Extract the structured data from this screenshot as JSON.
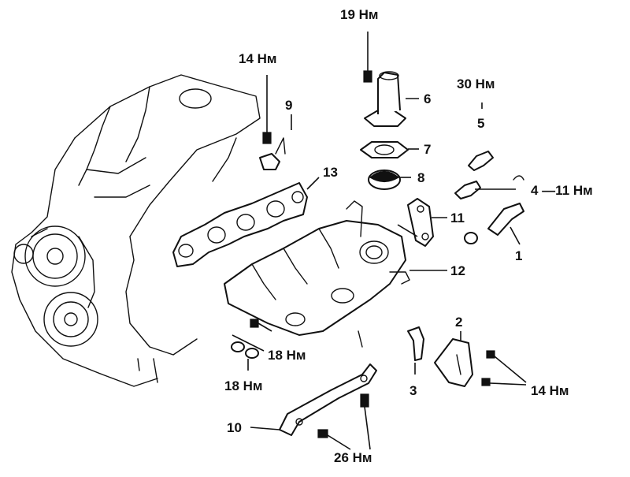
{
  "labels": {
    "torque_19": "19 Нм",
    "torque_14_top": "14 Нм",
    "torque_30": "30 Нм",
    "torque_11": "4 —11 Нм",
    "torque_18_a": "18 Нм",
    "torque_18_b": "18 Нм",
    "torque_14_right": "14 Нм",
    "torque_26": "26 Нм",
    "part_1": "1",
    "part_2": "2",
    "part_3": "3",
    "part_5": "5",
    "part_6": "6",
    "part_7": "7",
    "part_8": "8",
    "part_9": "9",
    "part_10": "10",
    "part_11": "11",
    "part_12": "12",
    "part_13": "13"
  },
  "colors": {
    "line": "#111111",
    "background": "#ffffff"
  }
}
